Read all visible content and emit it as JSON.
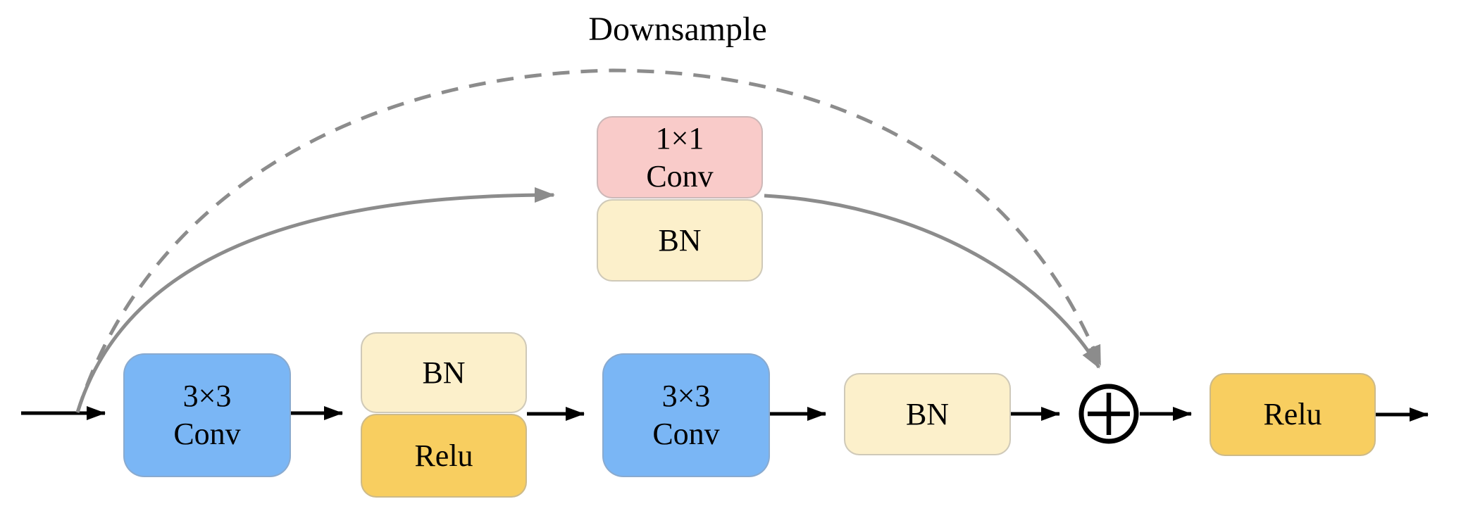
{
  "title": "Downsample",
  "nodes": {
    "conv3x3_a": {
      "lines": [
        "3×3",
        "Conv"
      ],
      "kind": "convolution",
      "color": "#7ab6f5"
    },
    "bn_a": {
      "lines": [
        "BN"
      ],
      "kind": "batch-norm",
      "color": "#fcf0cb"
    },
    "relu_a": {
      "lines": [
        "Relu"
      ],
      "kind": "activation",
      "color": "#f8ce60"
    },
    "conv3x3_b": {
      "lines": [
        "3×3",
        "Conv"
      ],
      "kind": "convolution",
      "color": "#7ab6f5"
    },
    "bn_b": {
      "lines": [
        "BN"
      ],
      "kind": "batch-norm",
      "color": "#fcf0cb"
    },
    "add": {
      "symbol": "+",
      "kind": "elementwise-add"
    },
    "relu_b": {
      "lines": [
        "Relu"
      ],
      "kind": "activation",
      "color": "#f8ce60"
    },
    "conv1x1": {
      "lines": [
        "1×1",
        "Conv"
      ],
      "kind": "convolution",
      "color": "#f9cbc9"
    },
    "bn_shortcut": {
      "lines": [
        "BN"
      ],
      "kind": "batch-norm",
      "color": "#fcf0cb"
    }
  },
  "edges": [
    {
      "from": "input",
      "to": "conv3x3_a",
      "style": "solid-black-arrow"
    },
    {
      "from": "conv3x3_a",
      "to": "bn_a/relu_a",
      "style": "solid-black-arrow"
    },
    {
      "from": "bn_a/relu_a",
      "to": "conv3x3_b",
      "style": "solid-black-arrow"
    },
    {
      "from": "conv3x3_b",
      "to": "bn_b",
      "style": "solid-black-arrow"
    },
    {
      "from": "bn_b",
      "to": "add",
      "style": "solid-black-arrow"
    },
    {
      "from": "add",
      "to": "relu_b",
      "style": "solid-black-arrow"
    },
    {
      "from": "relu_b",
      "to": "output",
      "style": "solid-black-arrow"
    },
    {
      "from": "input",
      "to": "conv1x1",
      "style": "solid-gray-curve"
    },
    {
      "from": "conv1x1/bn",
      "to": "add",
      "style": "solid-gray-curve"
    },
    {
      "from": "input",
      "to": "add",
      "style": "dashed-gray-curve",
      "label": "Downsample"
    }
  ],
  "colors": {
    "conv_blue": "#7ab6f5",
    "bn_cream": "#fcf0cb",
    "relu_yellow": "#f8ce60",
    "conv1x1_pink": "#f9cbc9",
    "curve_gray": "#8c8c8c",
    "arrow_black": "#000000",
    "background": "#ffffff"
  }
}
